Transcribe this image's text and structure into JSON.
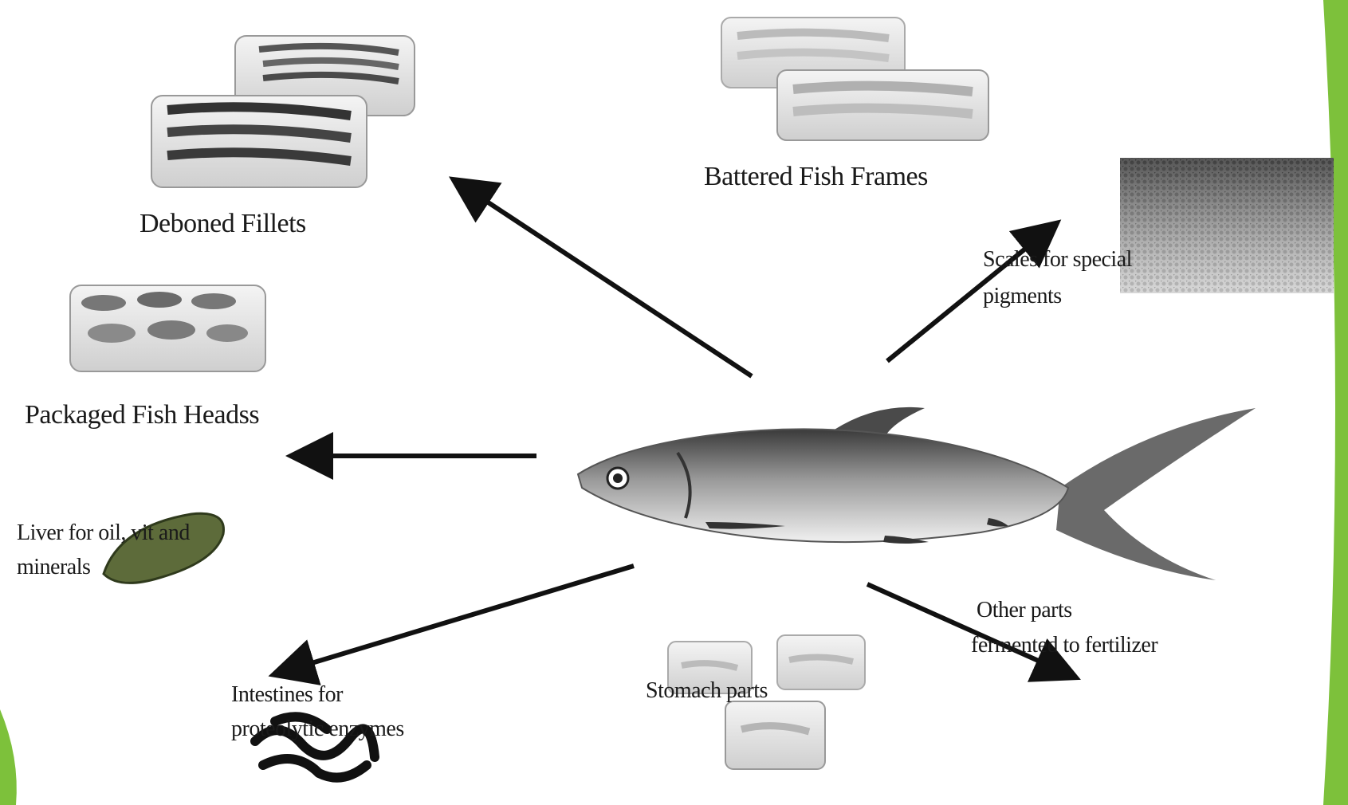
{
  "diagram": {
    "labels": {
      "deboned_fillets": "Deboned Fillets",
      "battered_fish_frames": "Battered Fish Frames",
      "scales_line1": "Scales for special",
      "scales_line2": "pigments",
      "packaged_fish_heads": "Packaged Fish Headss",
      "liver_line1": "Liver for oil, vit and",
      "liver_line2": "minerals",
      "intestines_line1": "Intestines for",
      "intestines_line2": "proteolytic enzymes",
      "stomach_parts": "Stomach parts",
      "other_parts_line1": "Other parts",
      "other_parts_line2": "fermented to fertilizer"
    },
    "colors": {
      "arrow": "#111111",
      "slide_accent_green": "#7dc13b",
      "liver_green": "#5d6b3a"
    },
    "icons": [
      "fish-illustration",
      "fillet-tray-icon",
      "scales-texture-icon",
      "liver-icon",
      "intestines-icon",
      "stomach-tray-icon"
    ]
  }
}
